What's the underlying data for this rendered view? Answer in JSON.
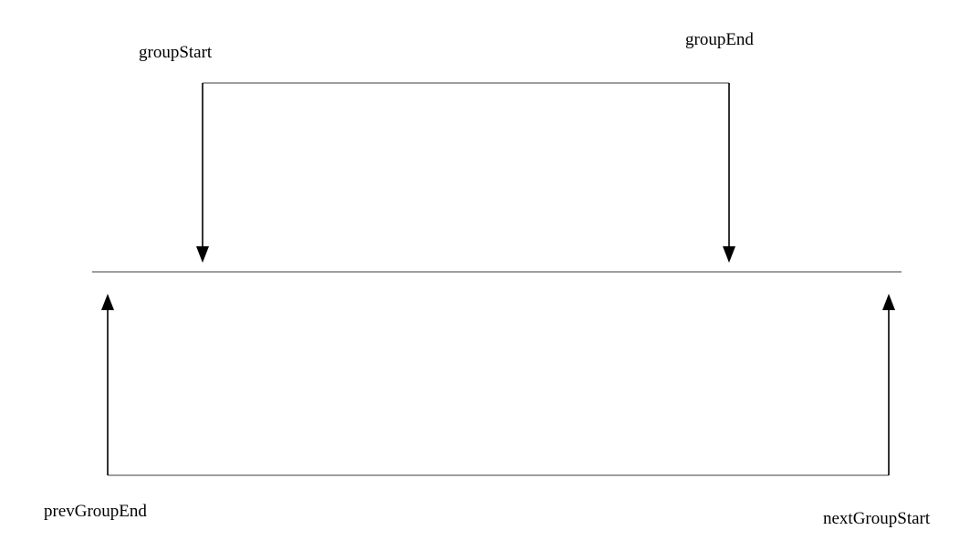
{
  "labels": {
    "group_start": "groupStart",
    "group_end": "groupEnd",
    "prev_group_end": "prevGroupEnd",
    "next_group_start": "nextGroupStart"
  }
}
